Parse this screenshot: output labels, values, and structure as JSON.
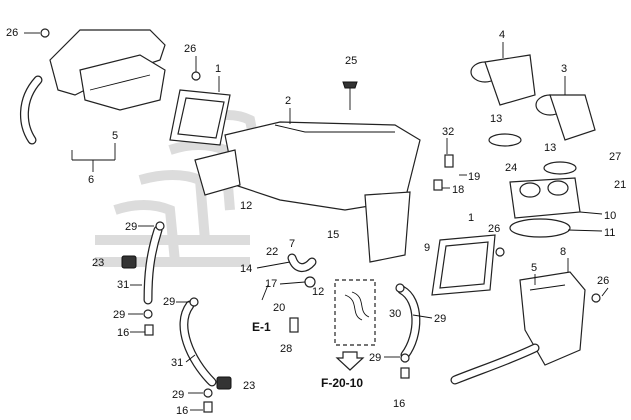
{
  "diagram": {
    "callouts": [
      {
        "key": "c26a",
        "text": "26"
      },
      {
        "key": "c26b",
        "text": "26"
      },
      {
        "key": "c1a",
        "text": "1"
      },
      {
        "key": "c25",
        "text": "25"
      },
      {
        "key": "c4",
        "text": "4"
      },
      {
        "key": "c3",
        "text": "3"
      },
      {
        "key": "c2",
        "text": "2"
      },
      {
        "key": "c32",
        "text": "32"
      },
      {
        "key": "c13a",
        "text": "13"
      },
      {
        "key": "c13b",
        "text": "13"
      },
      {
        "key": "c5a",
        "text": "5"
      },
      {
        "key": "c6",
        "text": "6"
      },
      {
        "key": "c24",
        "text": "24"
      },
      {
        "key": "c27",
        "text": "27"
      },
      {
        "key": "c19",
        "text": "19"
      },
      {
        "key": "c18",
        "text": "18"
      },
      {
        "key": "c21",
        "text": "21"
      },
      {
        "key": "c12a",
        "text": "12"
      },
      {
        "key": "c10",
        "text": "10"
      },
      {
        "key": "c11",
        "text": "11"
      },
      {
        "key": "c29a",
        "text": "29"
      },
      {
        "key": "c22",
        "text": "22"
      },
      {
        "key": "c7",
        "text": "7"
      },
      {
        "key": "c15",
        "text": "15"
      },
      {
        "key": "c9",
        "text": "9"
      },
      {
        "key": "c1b",
        "text": "1"
      },
      {
        "key": "c26c",
        "text": "26"
      },
      {
        "key": "c8",
        "text": "8"
      },
      {
        "key": "c23a",
        "text": "23"
      },
      {
        "key": "c14",
        "text": "14"
      },
      {
        "key": "c5b",
        "text": "5"
      },
      {
        "key": "c26d",
        "text": "26"
      },
      {
        "key": "c31a",
        "text": "31"
      },
      {
        "key": "c17",
        "text": "17"
      },
      {
        "key": "c12b",
        "text": "12"
      },
      {
        "key": "c29b",
        "text": "29"
      },
      {
        "key": "c20",
        "text": "20"
      },
      {
        "key": "c29c",
        "text": "29"
      },
      {
        "key": "c30",
        "text": "30"
      },
      {
        "key": "c29d",
        "text": "29"
      },
      {
        "key": "c16a",
        "text": "16"
      },
      {
        "key": "c28",
        "text": "28"
      },
      {
        "key": "c31b",
        "text": "31"
      },
      {
        "key": "c29e",
        "text": "29"
      },
      {
        "key": "c23b",
        "text": "23"
      },
      {
        "key": "c29f",
        "text": "29"
      },
      {
        "key": "c16b",
        "text": "16"
      },
      {
        "key": "c16c",
        "text": "16"
      }
    ],
    "refs": {
      "e1": "E-1",
      "f2010": "F-20-10"
    },
    "colors": {
      "line": "#222222",
      "watermark": "#dcdcdc",
      "background": "#ffffff"
    }
  }
}
